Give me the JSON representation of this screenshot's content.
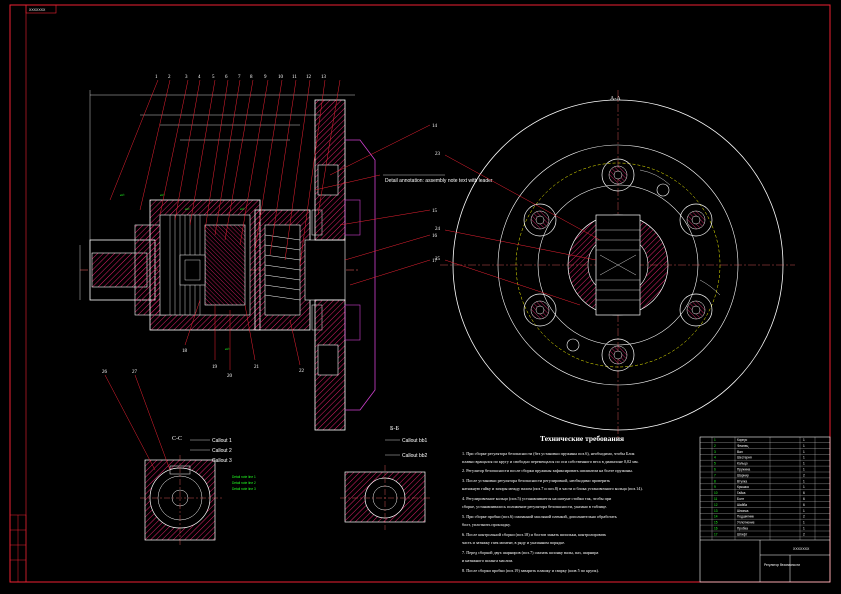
{
  "stamp": "ХХХХХХХ",
  "views": {
    "section_aa": "А-А",
    "section_cc": "С-С",
    "section_bb": "Б-Б"
  },
  "leaders": {
    "top": [
      "1",
      "2",
      "3",
      "4",
      "5",
      "6",
      "7",
      "8",
      "9",
      "10",
      "11",
      "12",
      "13"
    ],
    "right": [
      "14",
      "15",
      "16",
      "17"
    ],
    "bottom": [
      "18",
      "19",
      "20",
      "21",
      "22"
    ],
    "circle": [
      "23",
      "24",
      "25"
    ],
    "lower_left": [
      "26",
      "27"
    ]
  },
  "annotation_main": "Detail annotation: assembly note text with leader",
  "notes": {
    "title": "Технические требования",
    "items": [
      "1. При сборке регулятора безопасности (без установки пружины поз.6), необходимо, чтобы Блок",
      "плавно вращался по кругу и свободно перемещался по оси собственного веса в диапазоне 0,02 мм.",
      "2. Регулятор безопасности после сборки пружины зафиксировать шплинтом на болте пружины.",
      "3. После установки регулятора безопасности регулировкой, необходимо проверить",
      "натяжную гайку и зазоры между валом (поз.7 и поз.8) в части и блока установочного кольца (поз.14).",
      "4. Регулировочное кольцо (поз.5) устанавливается на шатуне стойки так, чтобы при",
      "сборке, устанавливалось положение регулятора безопасности, указано в таблице.",
      "5. При сборке пробки (поз.6) смазанной масляной пленкой, дополнительно обработать",
      "болт, уплотнить прокладку.",
      "6. После контрольной сборки (поз.18) и болтов зажать шпильки, контролировать",
      "часть и затяжку гаек момент, в ряду и указанном порядке.",
      "7. Перед сборкой двух шарниров (поз.7) смазать шпонку валы, паз, шарнира",
      "и натяжного шланга маслом.",
      "8. После сборки пробки (поз.19) заварить плашку и сварку (шов 5 по крупк)."
    ]
  },
  "callouts_cc": [
    "Callout 1",
    "Callout 2",
    "Callout 3"
  ],
  "callout_cc_detail": [
    "Detail note line 1",
    "Detail note line 2",
    "Detail note line 3"
  ],
  "callouts_bb": [
    "Callout bb1",
    "Callout bb2"
  ],
  "titleblock": {
    "drawing_no": "ХХХХХХХ",
    "name": "Регулятор безопасности",
    "rows": [
      {
        "pos": "1",
        "name": "Корпус",
        "qty": "1"
      },
      {
        "pos": "2",
        "name": "Фланец",
        "qty": "1"
      },
      {
        "pos": "3",
        "name": "Вал",
        "qty": "1"
      },
      {
        "pos": "4",
        "name": "Шестерня",
        "qty": "1"
      },
      {
        "pos": "5",
        "name": "Кольцо",
        "qty": "1"
      },
      {
        "pos": "6",
        "name": "Пружина",
        "qty": "1"
      },
      {
        "pos": "7",
        "name": "Шарнир",
        "qty": "2"
      },
      {
        "pos": "8",
        "name": "Втулка",
        "qty": "1"
      },
      {
        "pos": "9",
        "name": "Крышка",
        "qty": "1"
      },
      {
        "pos": "10",
        "name": "Гайка",
        "qty": "6"
      },
      {
        "pos": "11",
        "name": "Болт",
        "qty": "6"
      },
      {
        "pos": "12",
        "name": "Шайба",
        "qty": "6"
      },
      {
        "pos": "13",
        "name": "Шпонка",
        "qty": "1"
      },
      {
        "pos": "14",
        "name": "Подшипник",
        "qty": "2"
      },
      {
        "pos": "15",
        "name": "Уплотнение",
        "qty": "1"
      },
      {
        "pos": "16",
        "name": "Пробка",
        "qty": "1"
      },
      {
        "pos": "17",
        "name": "Штифт",
        "qty": "2"
      }
    ]
  }
}
